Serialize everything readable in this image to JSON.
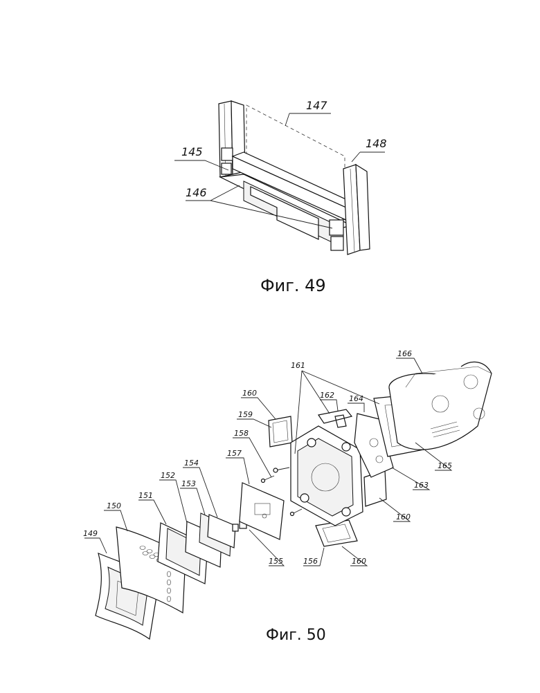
{
  "figure49": {
    "caption": "Фиг. 49",
    "labels": {
      "l145": "145",
      "l146": "146",
      "l147": "147",
      "l148": "148"
    }
  },
  "figure50": {
    "caption": "Фиг. 50",
    "labels": {
      "l149": "149",
      "l150": "150",
      "l151": "151",
      "l152": "152",
      "l153": "153",
      "l154": "154",
      "l155": "155",
      "l156": "156",
      "l157": "157",
      "l158": "158",
      "l159": "159",
      "l160a": "160",
      "l160b": "160",
      "l160c": "160",
      "l161": "161",
      "l162": "162",
      "l163": "163",
      "l164": "164",
      "l165": "165",
      "l166": "166"
    }
  }
}
